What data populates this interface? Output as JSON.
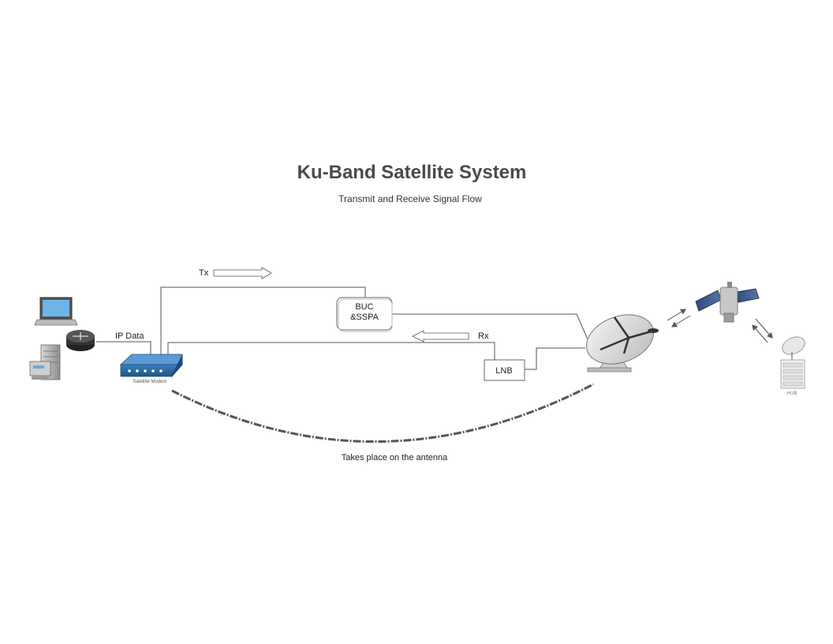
{
  "title": "Ku-Band Satellite System",
  "subtitle": "Transmit and Receive Signal Flow",
  "labels": {
    "tx": "Tx",
    "rx": "Rx",
    "ip_data": "IP Data",
    "buc_line1": "BUC",
    "buc_line2": "&SSPA",
    "lnb": "LNB",
    "modem": "Satellite Modem",
    "hub": "HUB",
    "antenna_note": "Takes place on the antenna"
  },
  "colors": {
    "title": "#4a4a4a",
    "modem": "#2e6da4",
    "line": "#555555",
    "dashed_arc": "#555555"
  },
  "icons": [
    "laptop-icon",
    "router-icon",
    "server-icon",
    "satellite-modem-icon",
    "satellite-dish-icon",
    "satellite-icon",
    "hub-station-icon"
  ]
}
